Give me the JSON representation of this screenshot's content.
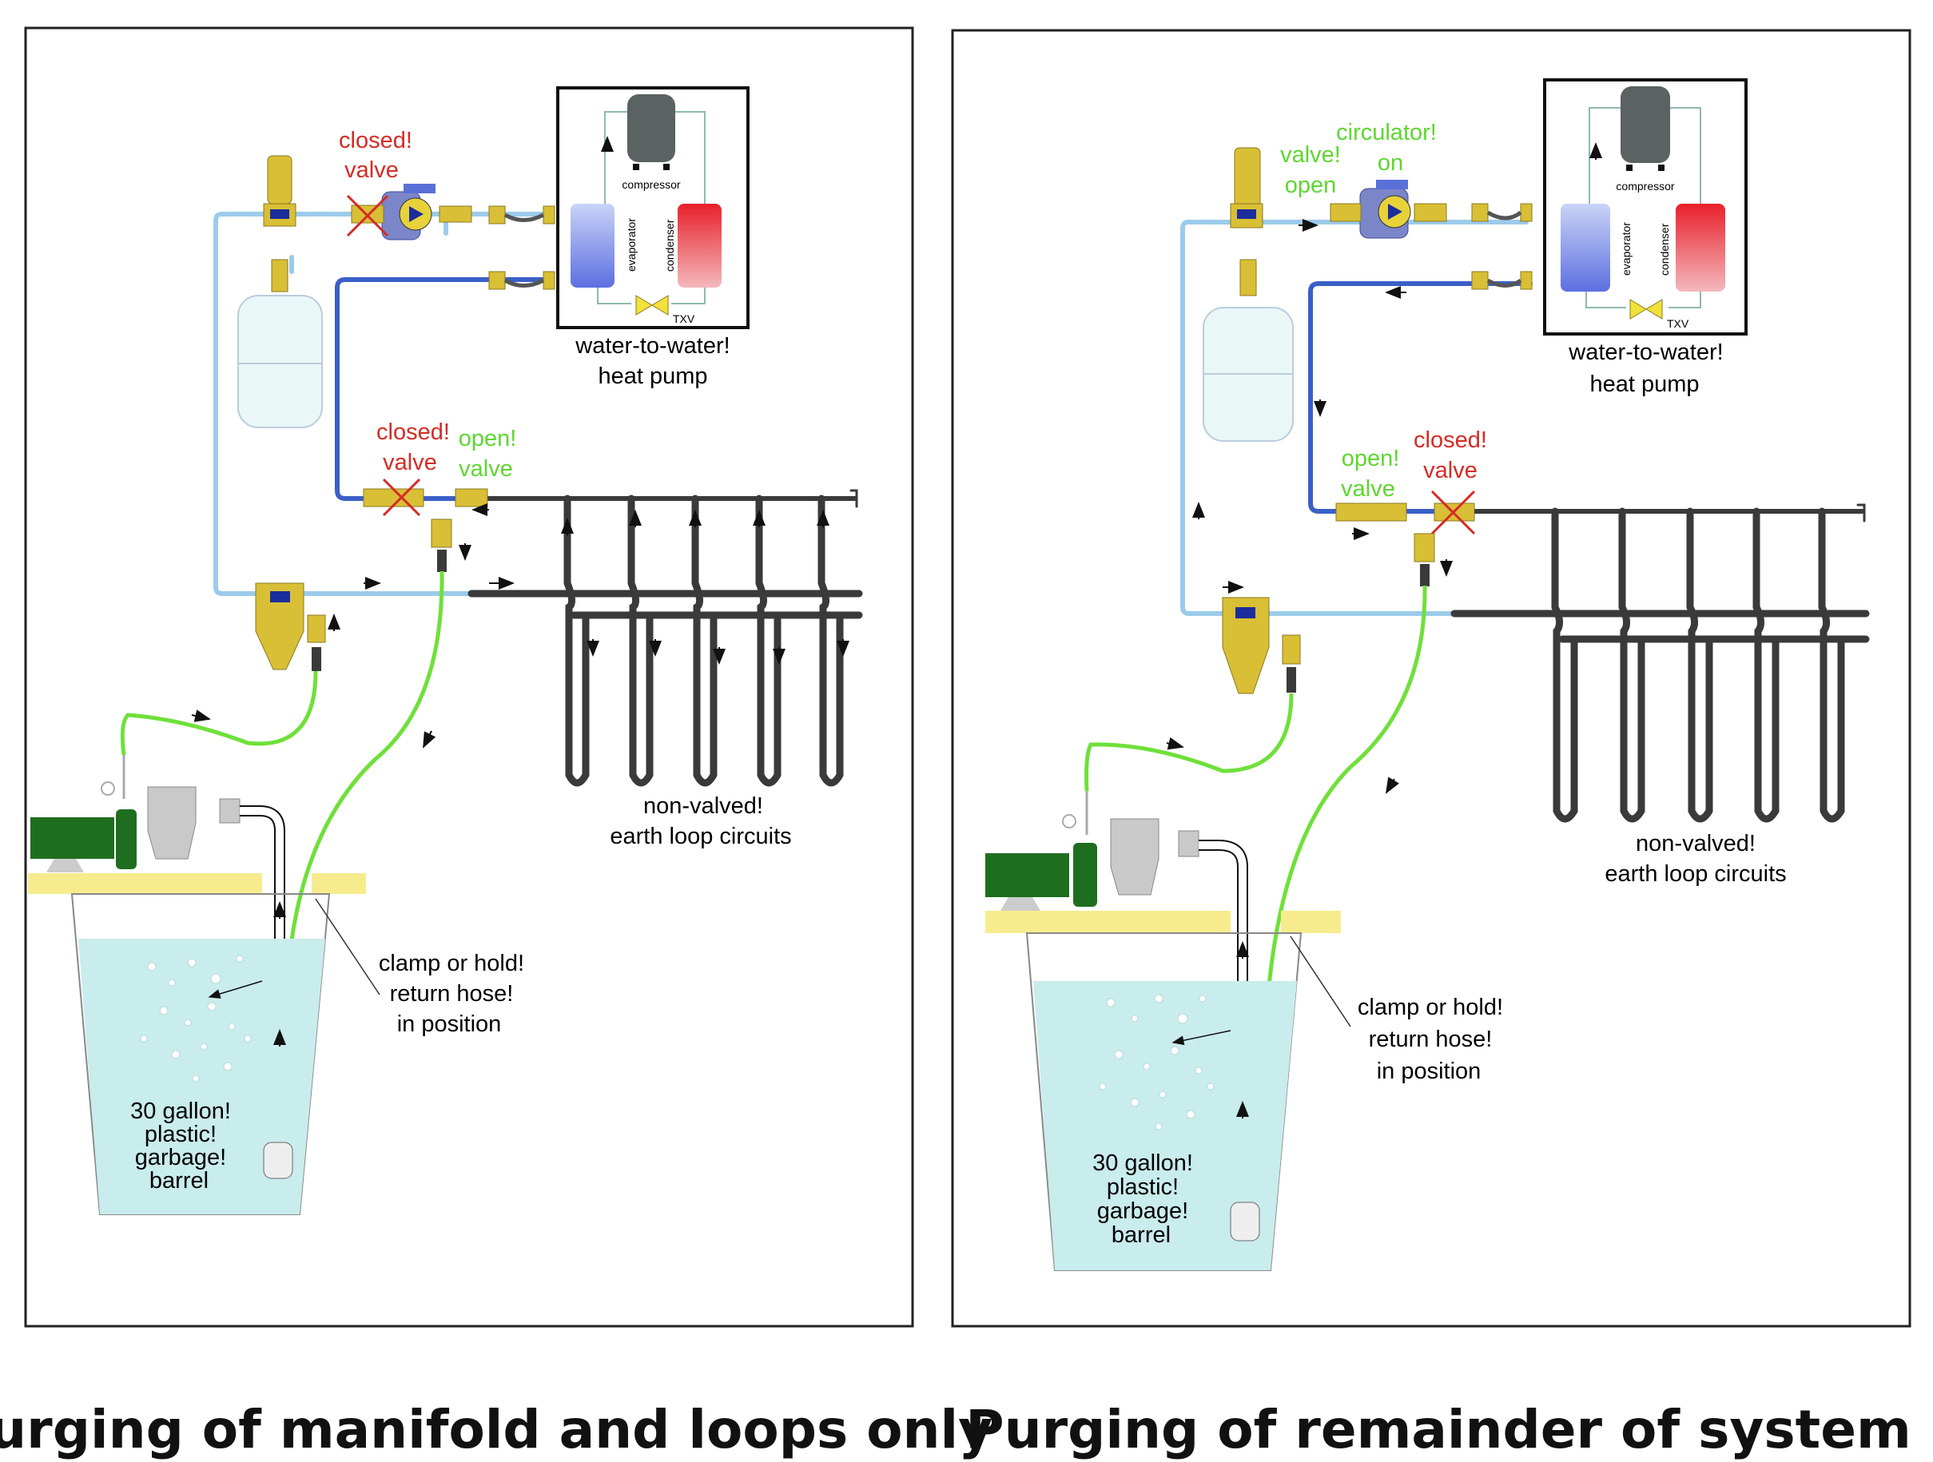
{
  "colors": {
    "red_label": "#d52b24",
    "green_label": "#5ed630",
    "cold_pipe": "#9ccbea",
    "loop_pipe": "#3a5fc8",
    "ground_pipe": "#3a3a3a",
    "hose": "#6fe03a",
    "brass": "#d9bf35",
    "water": "#c9ecec",
    "shelf": "#f7ec8d",
    "motor": "#1f6e1f",
    "compressor": "#5a6262"
  },
  "panels": [
    {
      "caption": "Purging of manifold and loops only",
      "heat_pump": {
        "title_line1": "water-to-water!",
        "title_line2": "heat pump",
        "compressor": "compressor",
        "evaporator": "evaporator",
        "condenser": "condenser",
        "txv": "TXV"
      },
      "valve_top": {
        "line1": "closed!",
        "line2": "valve"
      },
      "manifold_valve_a": {
        "line1": "closed!",
        "line2": "valve"
      },
      "manifold_valve_b": {
        "line1": "open!",
        "line2": "valve"
      },
      "loops_label": {
        "line1": "non-valved!",
        "line2": "earth loop circuits"
      },
      "hose_label": {
        "line1": "clamp or hold!",
        "line2": "return hose!",
        "line3": "in position"
      },
      "barrel_label": {
        "line1": "30 gallon!",
        "line2": "plastic!",
        "line3": "garbage!",
        "line4": "barrel"
      }
    },
    {
      "caption": "Purging of remainder of system",
      "heat_pump": {
        "title_line1": "water-to-water!",
        "title_line2": "heat pump",
        "compressor": "compressor",
        "evaporator": "evaporator",
        "condenser": "condenser",
        "txv": "TXV"
      },
      "valve_top": {
        "line1": "valve!",
        "line2": "open"
      },
      "circulator": {
        "line1": "circulator!",
        "line2": "on"
      },
      "manifold_valve_a": {
        "line1": "open!",
        "line2": "valve"
      },
      "manifold_valve_b": {
        "line1": "closed!",
        "line2": "valve"
      },
      "loops_label": {
        "line1": "non-valved!",
        "line2": "earth loop circuits"
      },
      "hose_label": {
        "line1": "clamp or hold!",
        "line2": "return hose!",
        "line3": "in position"
      },
      "barrel_label": {
        "line1": "30 gallon!",
        "line2": "plastic!",
        "line3": "garbage!",
        "line4": "barrel"
      }
    }
  ]
}
